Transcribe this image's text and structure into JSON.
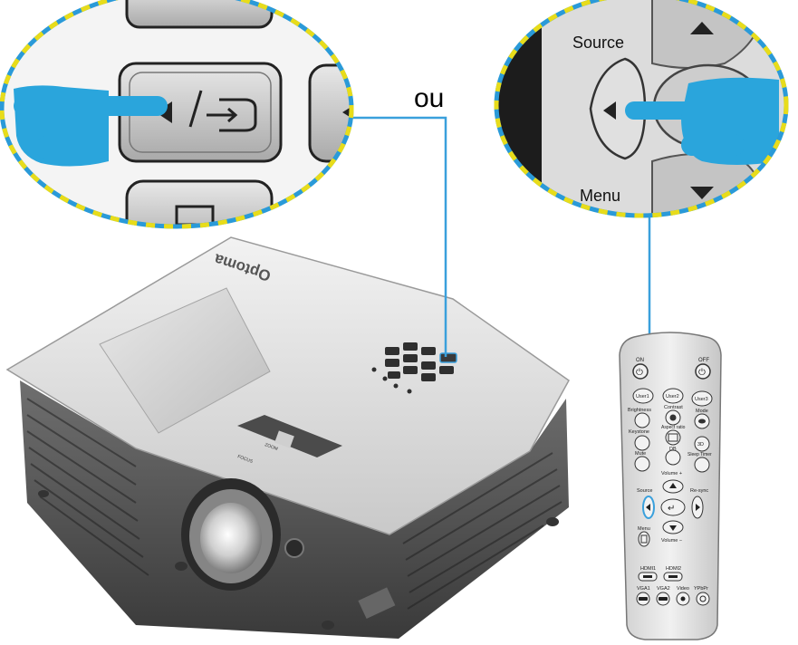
{
  "callouts": {
    "or_label": "ou",
    "source_label": "Source",
    "menu_label": "Menu"
  },
  "projector": {
    "brand": "Optoma",
    "zoom_label": "ZOOM",
    "focus_label": "FOCUS"
  },
  "remote": {
    "power_on": "ON",
    "power_off": "OFF",
    "user1": "User1",
    "user2": "User2",
    "user3": "User3",
    "brightness": "Brightness",
    "contrast": "Contrast",
    "mode": "Mode",
    "keystone": "Keystone",
    "aspect_ratio": "Aspect ratio",
    "three_d": "3D",
    "mute": "Mute",
    "db": "DB",
    "sleep_timer": "Sleep Timer",
    "volume_plus": "Volume +",
    "source": "Source",
    "resync": "Re-sync",
    "menu": "Menu",
    "volume_minus": "Volume −",
    "hdmi1": "HDMI1",
    "hdmi2": "HDMI2",
    "vga1": "VGA1",
    "vga2": "VGA2",
    "video": "Video",
    "ypbpr": "YPbPr"
  },
  "colors": {
    "callout_border_blue": "#2a9ad8",
    "callout_border_yellow": "#e8dc1a",
    "hand_blue": "#2aa5dc",
    "leader_line": "#3aa0dc",
    "projector_body": "#d9d9d9",
    "remote_body": "#e6e6e6"
  }
}
